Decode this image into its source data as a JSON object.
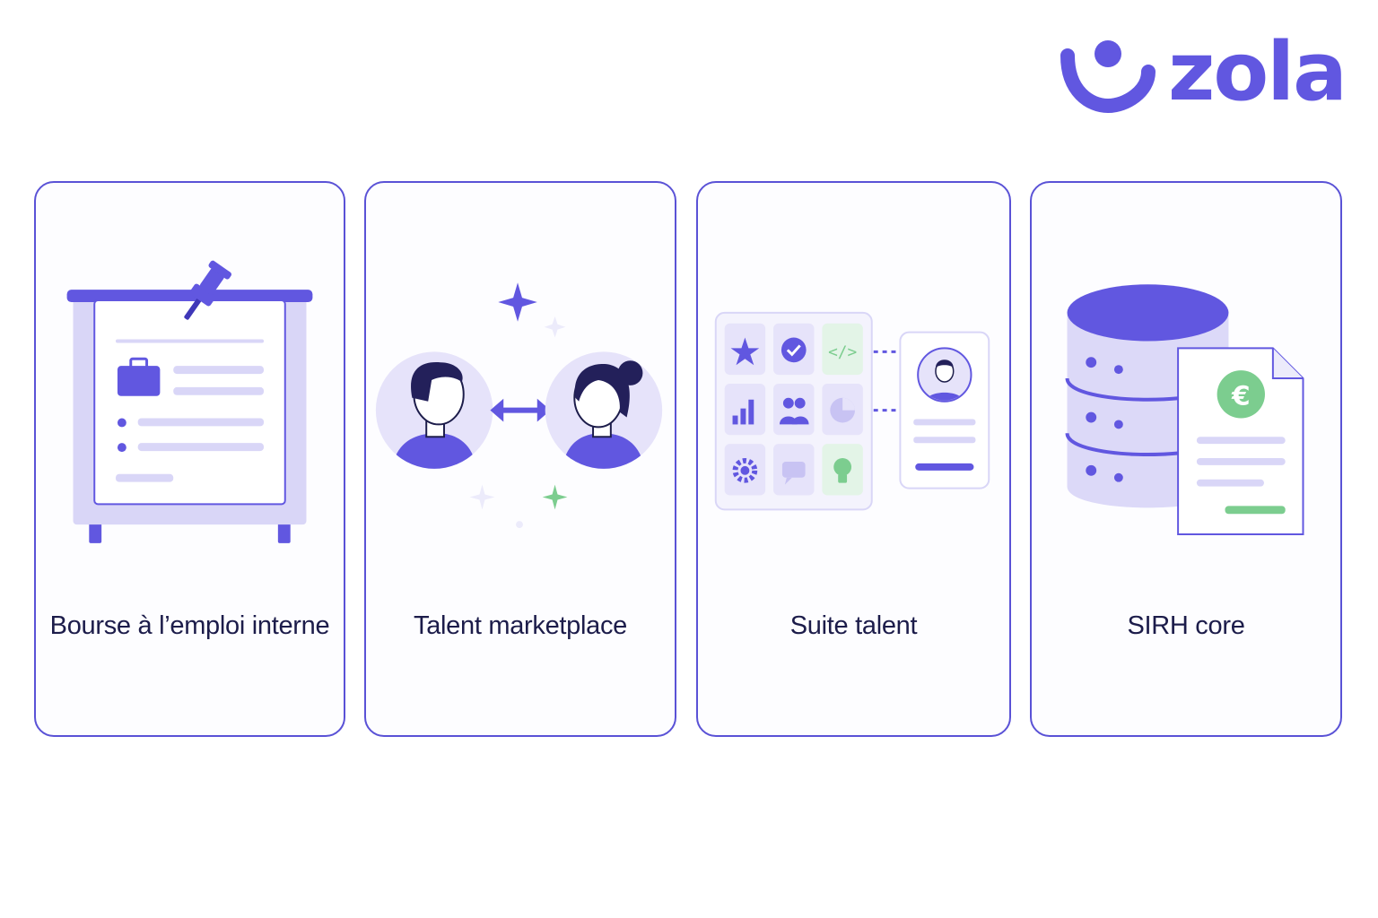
{
  "brand": {
    "name": "zola",
    "color": "#6157e0",
    "logo_icon": "smile-person-icon"
  },
  "cards": [
    {
      "label": "Bourse à l’emploi interne",
      "icon": "job-board-icon"
    },
    {
      "label": "Talent marketplace",
      "icon": "people-exchange-icon"
    },
    {
      "label": "Suite talent",
      "icon": "app-grid-profile-icon"
    },
    {
      "label": "SIRH core",
      "icon": "database-payslip-icon"
    }
  ],
  "colors": {
    "accent": "#6157e0",
    "accent_light": "#d9d6f7",
    "accent_pale": "#ecebfb",
    "green": "#7ccd8f",
    "text": "#1c1c4a",
    "border": "#5a52d6"
  }
}
